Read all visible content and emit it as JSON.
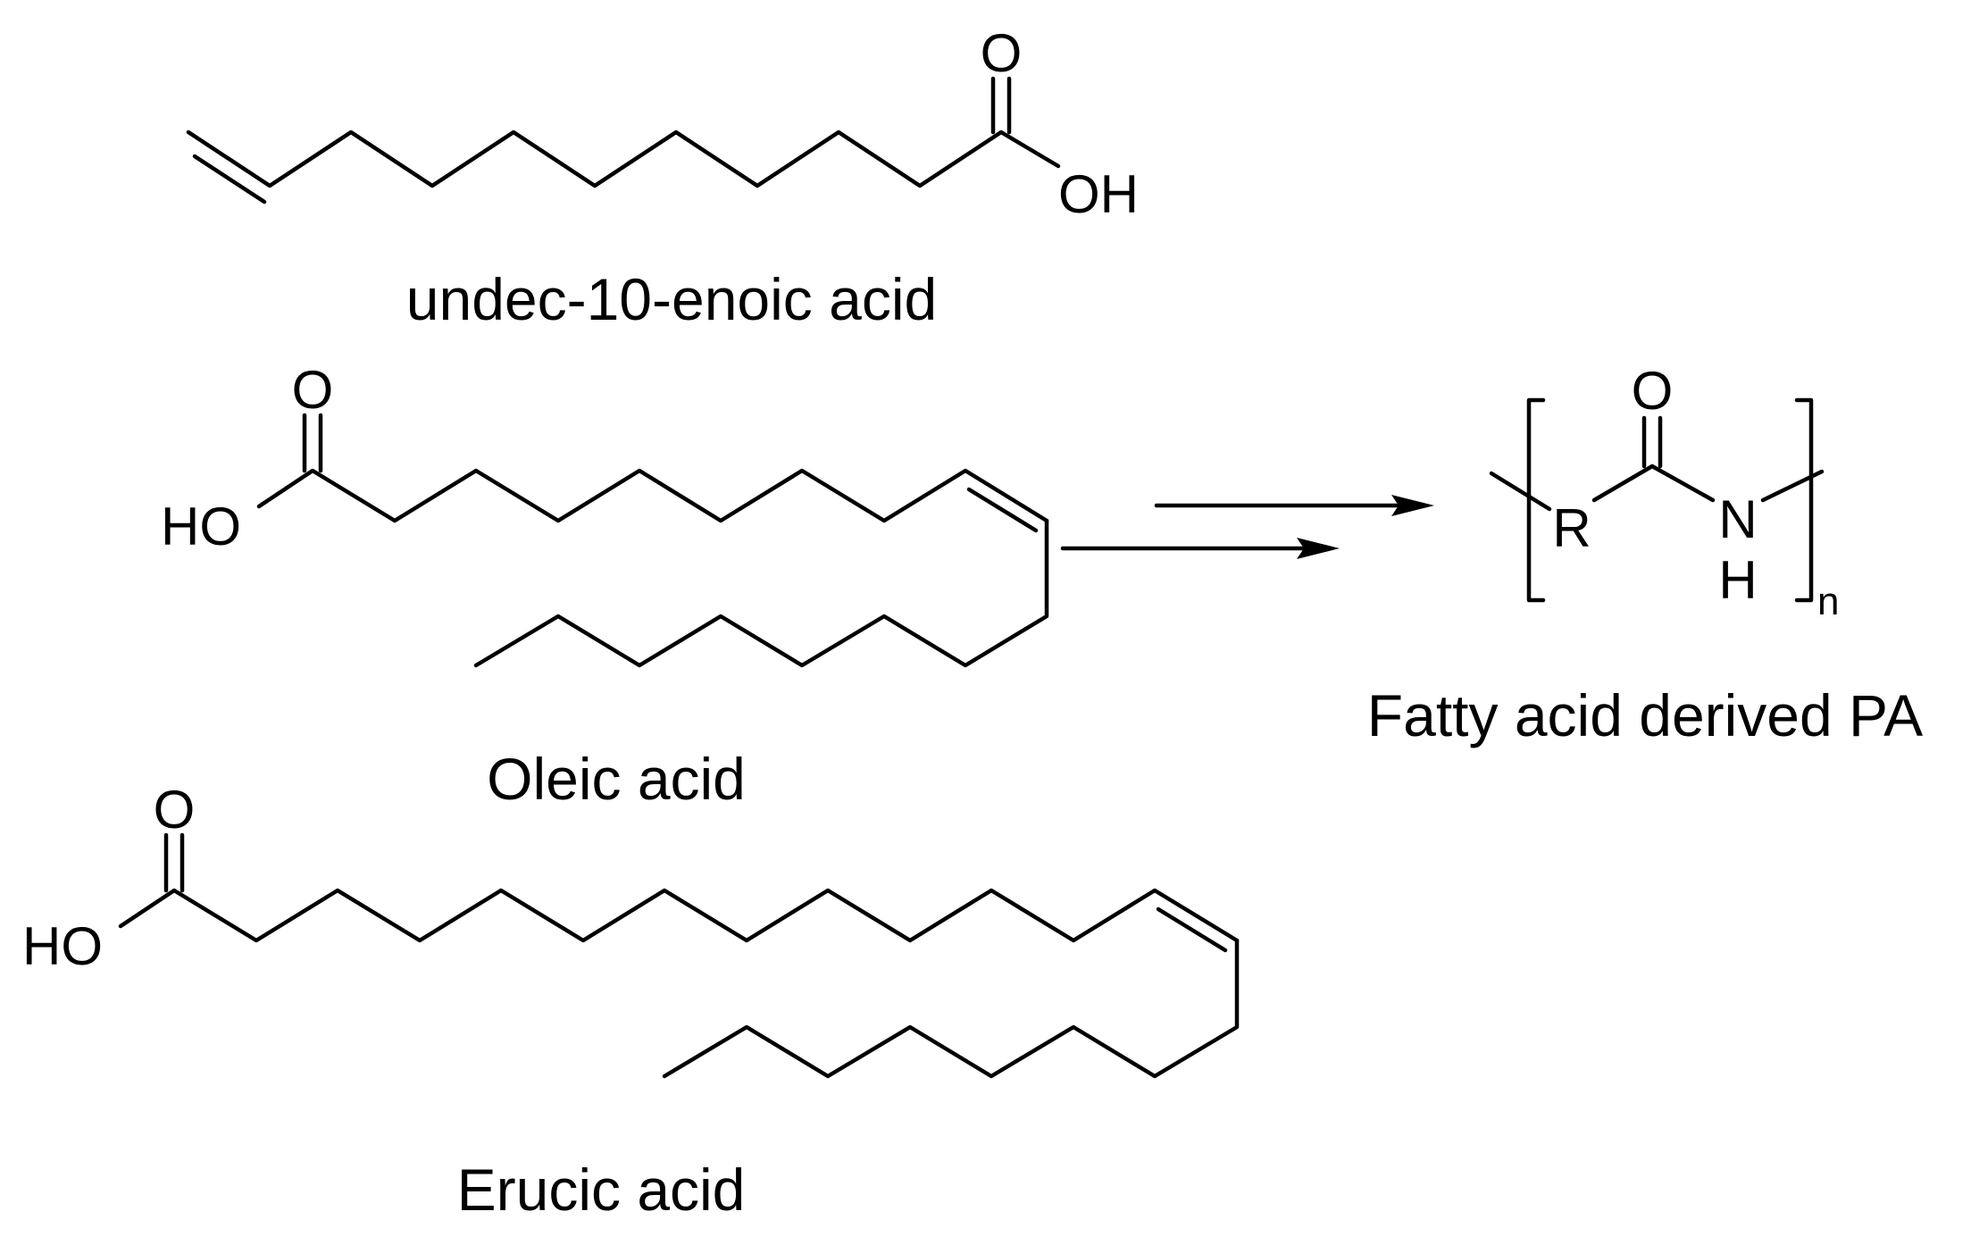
{
  "captions": {
    "undecenoic": "undec-10-enoic acid",
    "oleic": "Oleic acid",
    "erucic": "Erucic acid",
    "polyamide": "Fatty acid derived PA"
  },
  "atoms": {
    "oxygen": "O",
    "hydroxyl": "OH",
    "hydroxyl_left": "HO",
    "r_group": "R",
    "nitrogen": "N",
    "hydrogen": "H",
    "repeat_n": "n"
  },
  "colors": {
    "ink": "#000000",
    "background": "#ffffff"
  }
}
